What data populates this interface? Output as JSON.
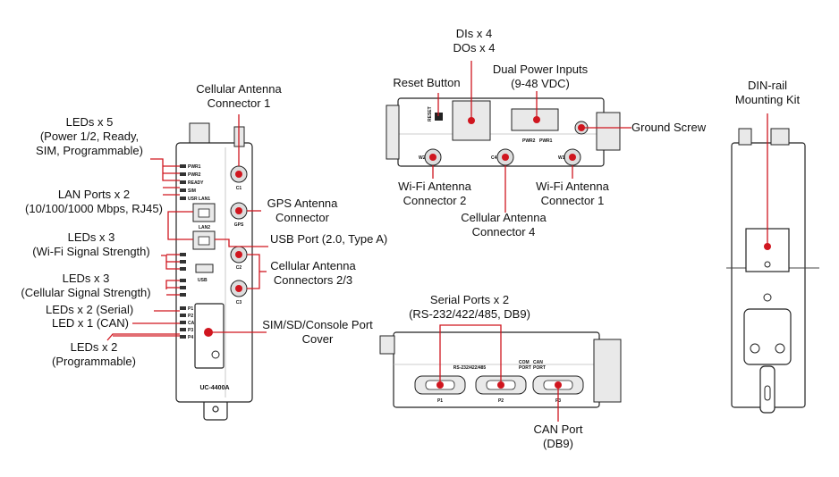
{
  "colors": {
    "callout": "#d0161f",
    "outline": "#222222",
    "text": "#111111"
  },
  "front": {
    "model": "UC-4400A",
    "ports": {
      "c1": "C1",
      "gps": "GPS",
      "c2": "C2",
      "c3": "C3",
      "lan1": "LAN1",
      "lan2": "LAN2",
      "usb": "USB"
    },
    "leds": [
      "PWR1",
      "PWR2",
      "READY",
      "SIM",
      "USR"
    ],
    "serial_leds": [
      "P1",
      "P2",
      "CAN",
      "P3",
      "P4"
    ],
    "labels": {
      "cell_ant_1": [
        "Cellular Antenna",
        "Connector 1"
      ],
      "leds5": [
        "LEDs x 5",
        "(Power 1/2, Ready,",
        "SIM, Programmable)"
      ],
      "lan": [
        "LAN Ports x 2",
        "(10/100/1000 Mbps, RJ45)"
      ],
      "gps": [
        "GPS Antenna",
        "Connector"
      ],
      "usb": [
        "USB Port (2.0, Type A)"
      ],
      "wifi_leds": [
        "LEDs x 3",
        "(Wi-Fi Signal Strength)"
      ],
      "cell_ant_23": [
        "Cellular Antenna",
        "Connectors 2/3"
      ],
      "cell_leds": [
        "LEDs x 3",
        "(Cellular Signal Strength)"
      ],
      "serial_led": [
        "LEDs x 2 (Serial)"
      ],
      "can_led": [
        "LED x 1 (CAN)"
      ],
      "prog_leds": [
        "LEDs x 2",
        "(Programmable)"
      ],
      "sim_cover": [
        "SIM/SD/Console Port",
        "Cover"
      ]
    }
  },
  "top": {
    "tags": {
      "reset": "RESET",
      "w2": "W2",
      "c4": "C4",
      "w1": "W1",
      "pwr2": "PWR2",
      "pwr1": "PWR1"
    },
    "labels": {
      "dio": [
        "DIs x 4",
        "DOs x 4"
      ],
      "reset": [
        "Reset Button"
      ],
      "power": [
        "Dual Power Inputs",
        "(9-48 VDC)"
      ],
      "ground": [
        "Ground Screw"
      ],
      "wifi2": [
        "Wi-Fi Antenna",
        "Connector 2"
      ],
      "cell4": [
        "Cellular Antenna",
        "Connector 4"
      ],
      "wifi1": [
        "Wi-Fi Antenna",
        "Connector 1"
      ]
    }
  },
  "bottom": {
    "tags": {
      "rs": "RS-232/422/485",
      "com": "COM",
      "port": "PORT",
      "can": "CAN",
      "p1": "P1",
      "p2": "P2",
      "p3": "P3"
    },
    "labels": {
      "serial": [
        "Serial Ports x 2",
        "(RS-232/422/485, DB9)"
      ],
      "can": [
        "CAN Port",
        "(DB9)"
      ]
    }
  },
  "side": {
    "labels": {
      "din": [
        "DIN-rail",
        "Mounting Kit"
      ]
    }
  }
}
